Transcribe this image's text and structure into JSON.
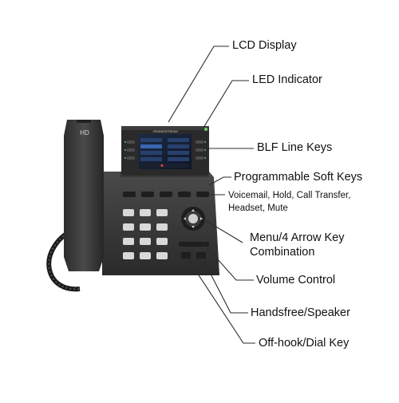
{
  "phone": {
    "handset_label": "HD",
    "brand": "GRANDSTREAM"
  },
  "callouts": {
    "lcd_display": "LCD Display",
    "led_indicator": "LED Indicator",
    "blf_line_keys": "BLF Line Keys",
    "programmable_soft_keys": "Programmable Soft Keys",
    "soft_keys_functions": "Voicemail, Hold, Call Transfer,",
    "soft_keys_functions_2": "Headset, Mute",
    "menu_arrow_key": "Menu/4 Arrow Key",
    "menu_arrow_key_2": "Combination",
    "volume_control": "Volume Control",
    "handsfree_speaker": "Handsfree/Speaker",
    "off_hook_dial_key": "Off-hook/Dial Key"
  }
}
